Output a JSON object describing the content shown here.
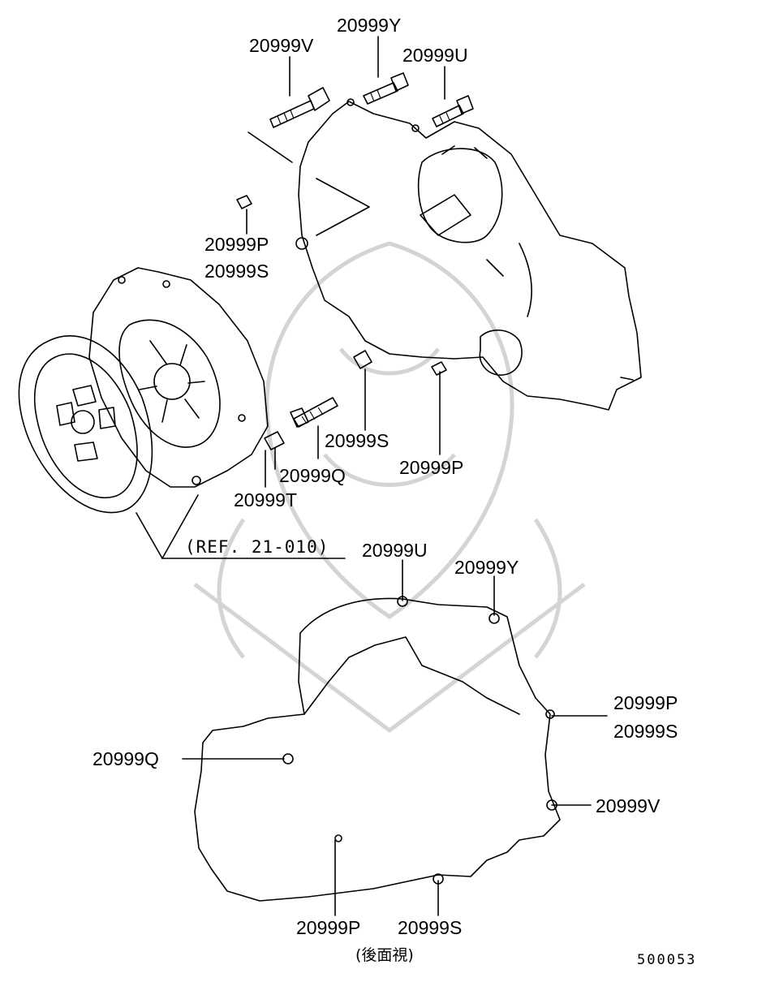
{
  "diagram": {
    "figure_number": "500053",
    "reference_note": "(REF. 21-010)",
    "rear_view_label": "(後面視)",
    "upper_callouts": [
      {
        "id": "v_top",
        "text": "20999V"
      },
      {
        "id": "y_top",
        "text": "20999Y"
      },
      {
        "id": "u_top",
        "text": "20999U"
      },
      {
        "id": "p_mid",
        "text": "20999P"
      },
      {
        "id": "s_mid",
        "text": "20999S"
      },
      {
        "id": "s_center",
        "text": "20999S"
      },
      {
        "id": "q_center",
        "text": "20999Q"
      },
      {
        "id": "t_center",
        "text": "20999T"
      },
      {
        "id": "p_right",
        "text": "20999P"
      }
    ],
    "lower_callouts": [
      {
        "id": "u_rear",
        "text": "20999U"
      },
      {
        "id": "y_rear",
        "text": "20999Y"
      },
      {
        "id": "p_rear_right",
        "text": "20999P"
      },
      {
        "id": "s_rear_right",
        "text": "20999S"
      },
      {
        "id": "q_rear",
        "text": "20999Q"
      },
      {
        "id": "v_rear",
        "text": "20999V"
      },
      {
        "id": "p_rear_bottom",
        "text": "20999P"
      },
      {
        "id": "s_rear_bottom",
        "text": "20999S"
      }
    ]
  }
}
